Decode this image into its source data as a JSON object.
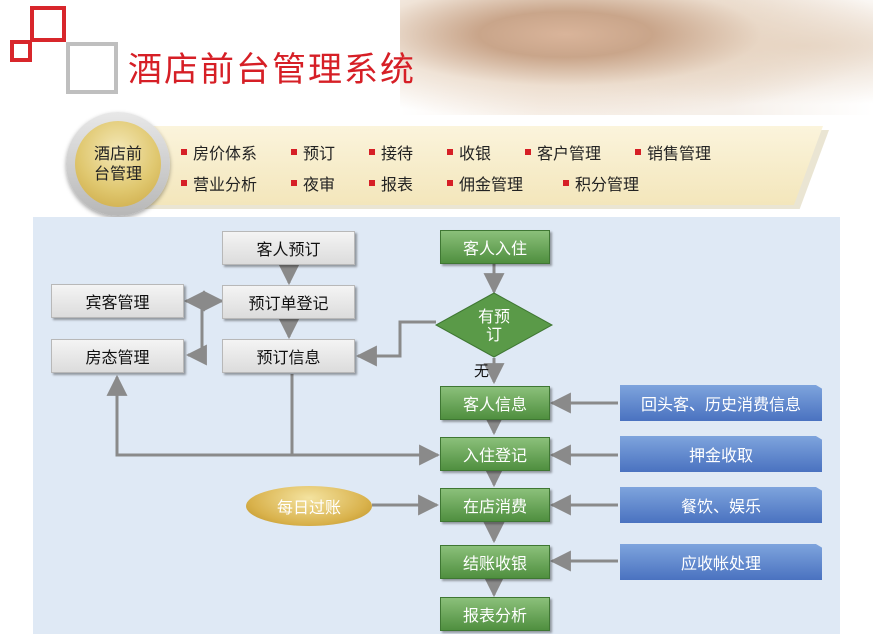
{
  "title": "酒店前台管理系统",
  "badge": "酒店前\n台管理",
  "badge_line1": "酒店前",
  "badge_line2": "台管理",
  "menu": {
    "row1": [
      "房价体系",
      "预订",
      "接待",
      "收银",
      "客户管理",
      "销售管理"
    ],
    "row2": [
      "营业分析",
      "夜审",
      "报表",
      "佣金管理",
      "积分管理"
    ]
  },
  "flow": {
    "guest_booking": "客人预订",
    "booking_register": "预订单登记",
    "booking_info": "预订信息",
    "guest_management": "宾客管理",
    "room_status": "房态管理",
    "check_in_arrival": "客人入住",
    "has_booking": "有预订",
    "has_booking_l1": "有预",
    "has_booking_l2": "订",
    "no_label": "无",
    "guest_info": "客人信息",
    "checkin_register": "入住登记",
    "in_store_consumption": "在店消费",
    "checkout_cashier": "结账收银",
    "report_analysis": "报表分析",
    "daily_posting": "每日过账",
    "returning_guest": "回头客、历史消费信息",
    "deposit": "押金收取",
    "dining_entertainment": "餐饮、娱乐",
    "receivables": "应收帐处理"
  },
  "colors": {
    "title_red": "#d61f26",
    "green": "#5a9a48",
    "blue": "#5a80c8",
    "panel": "#dfe9f5"
  }
}
